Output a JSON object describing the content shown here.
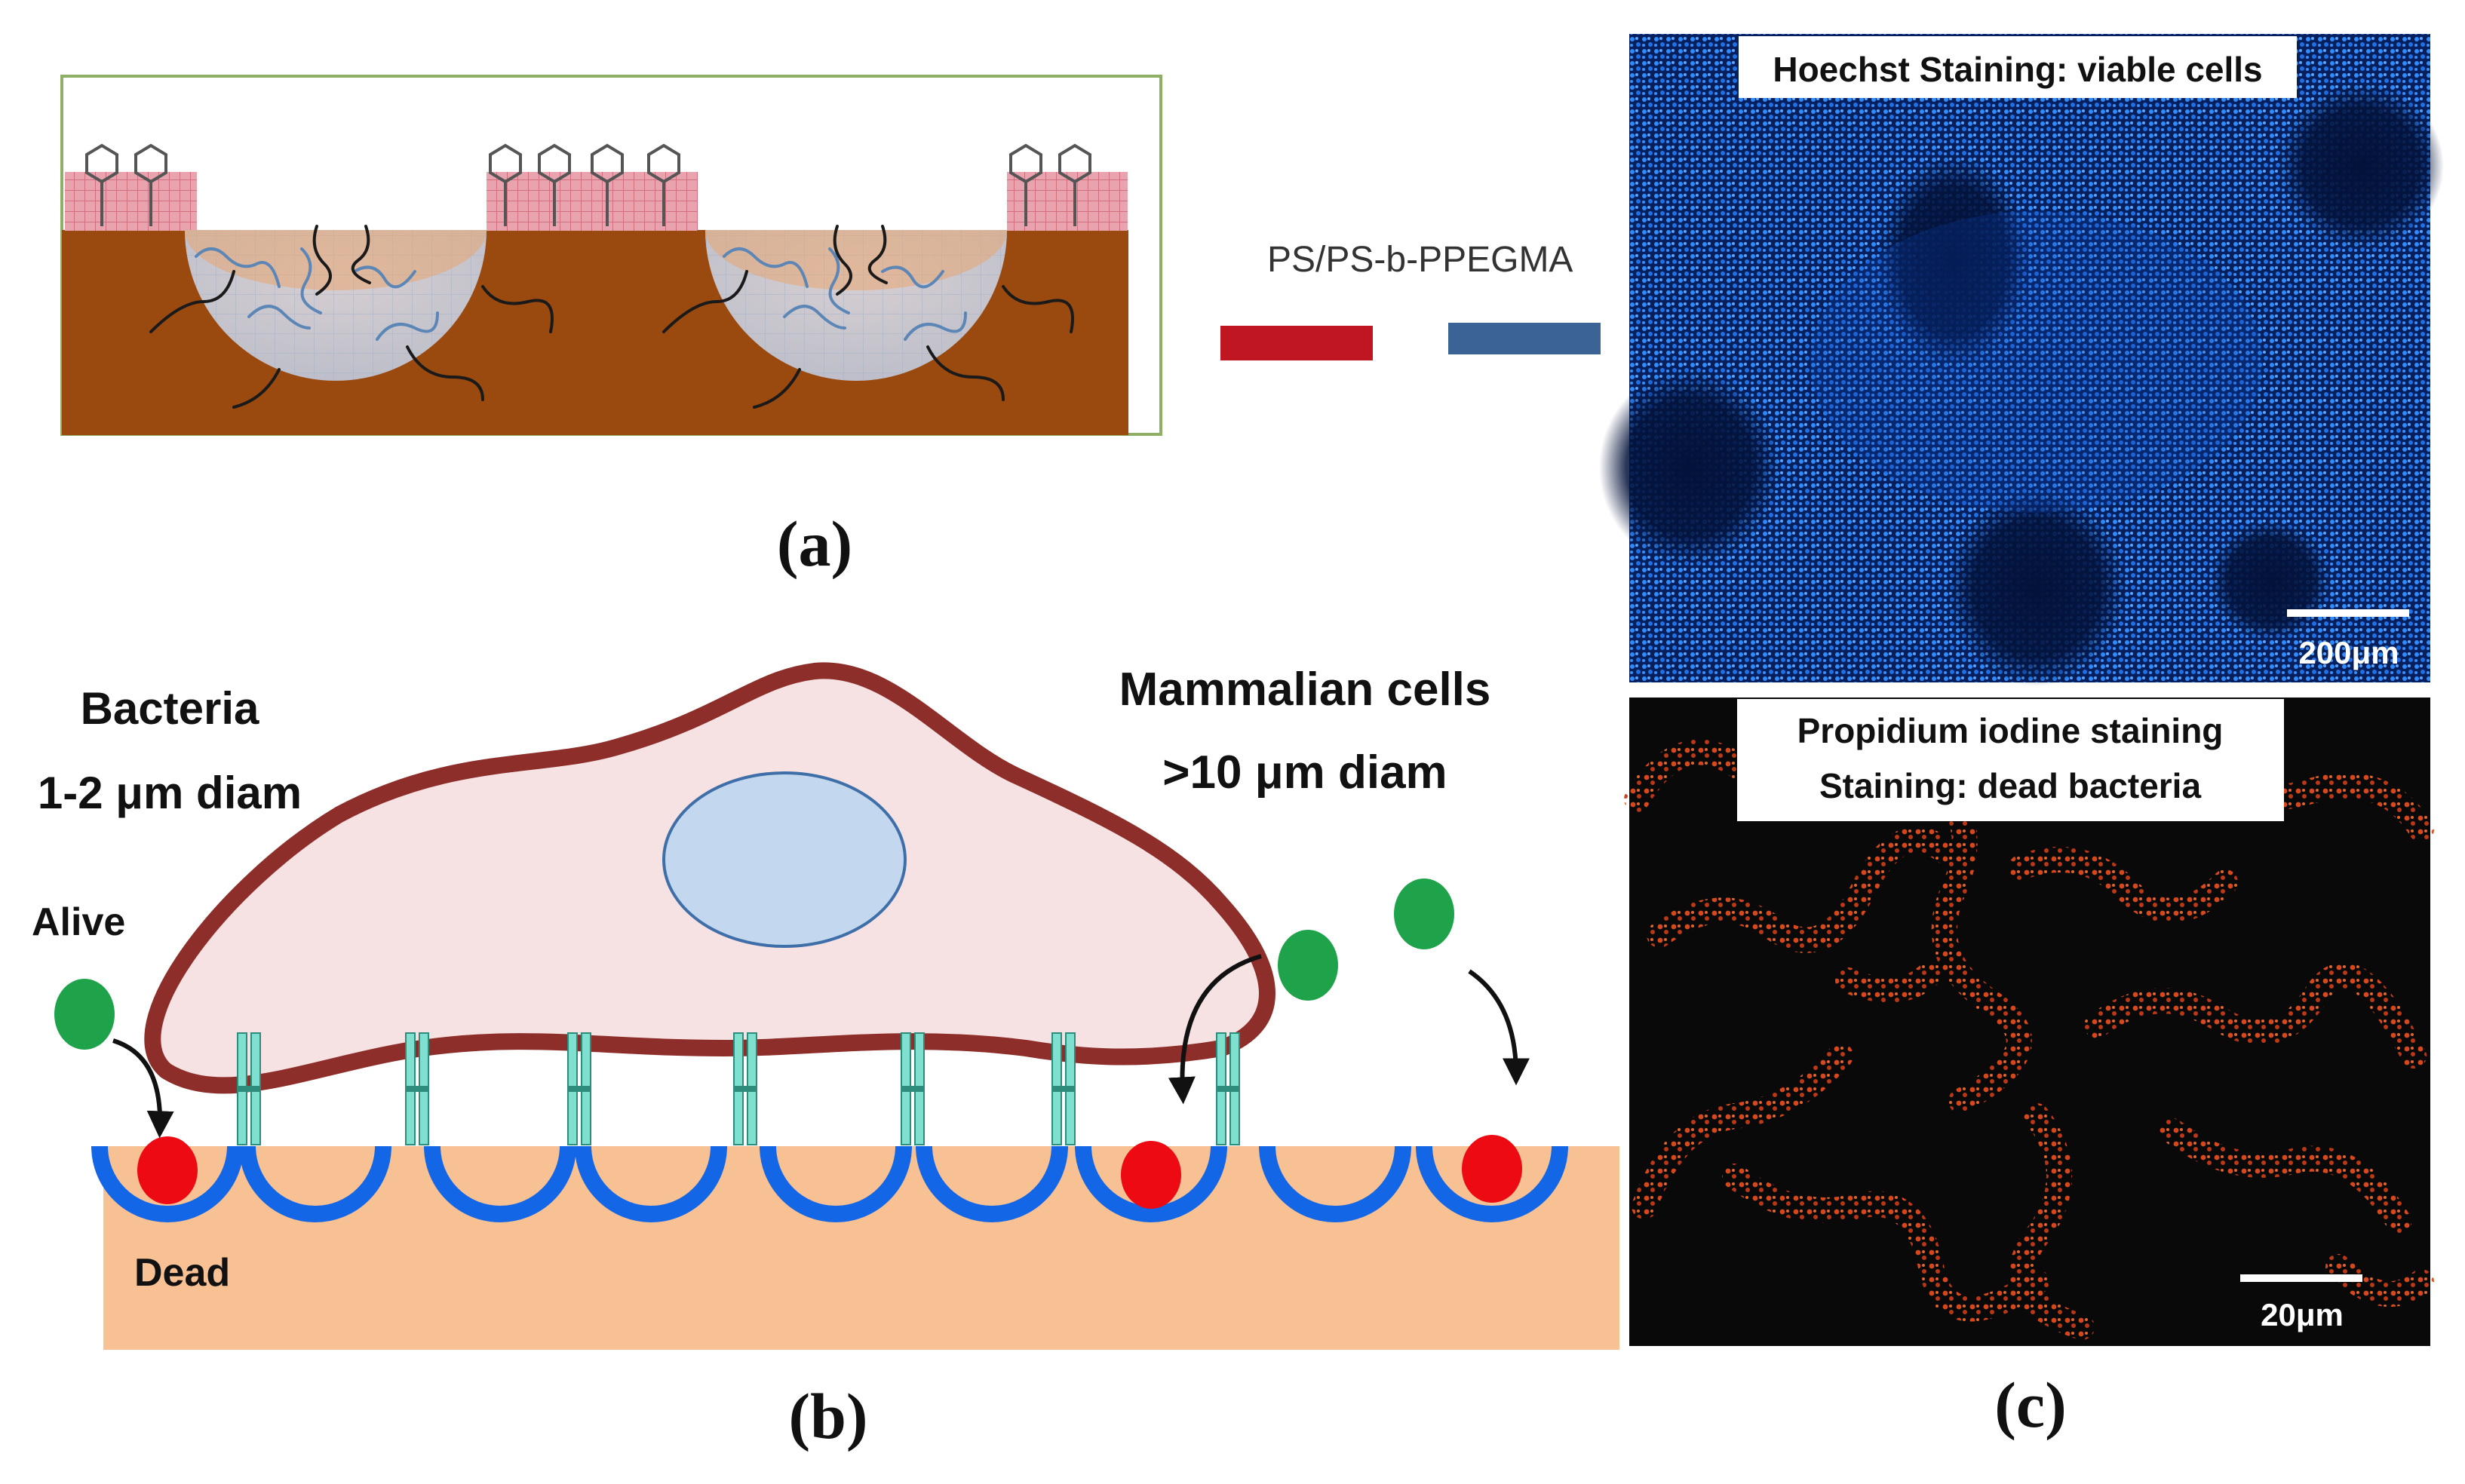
{
  "panel_a": {
    "label": "(a)",
    "legend_title": "PS/PS-b-PPEGMA",
    "colors": {
      "substrate": "#9A4A0E",
      "ps_block": "#E9A3AE",
      "pore": "#C8C8D0",
      "legend_ps": "#C01622",
      "legend_ppegma": "#3C6396"
    }
  },
  "panel_b": {
    "label": "(b)",
    "bacteria_title": "Bacteria",
    "bacteria_size": "1-2 μm diam",
    "mammalian_title": "Mammalian cells",
    "mammalian_size": ">10 μm diam",
    "alive_label": "Alive",
    "dead_label": "Dead",
    "colors": {
      "substrate": "#F8C194",
      "cup": "#1366E6",
      "alive": "#1EA24A",
      "dead": "#EE0A12",
      "cell_outline": "#8E2E2A",
      "cell_fill": "#F6E2E3",
      "nucleus": "#C3D8EE",
      "integrin": "#7FE0CF"
    }
  },
  "panel_c": {
    "label": "(c)",
    "top_caption": "Hoechst Staining: viable cells",
    "top_scale": "200μm",
    "bottom_caption_line1": "Propidium iodine staining",
    "bottom_caption_line2": "Staining: dead bacteria",
    "bottom_scale": "20μm",
    "colors": {
      "hoechst": "#1E7BF0",
      "pi": "#D9461C"
    }
  }
}
